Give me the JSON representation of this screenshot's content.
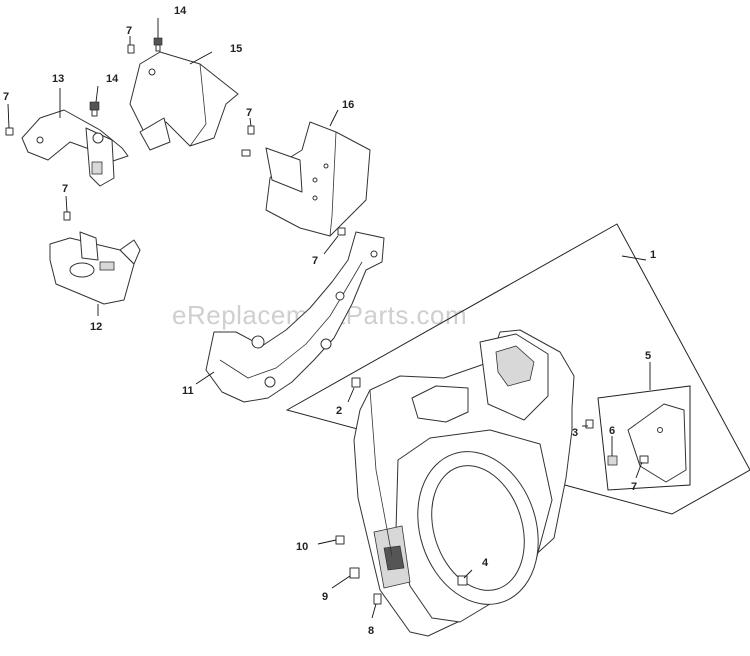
{
  "watermark": "eReplacementParts.com",
  "callouts": {
    "c1": "1",
    "c2": "2",
    "c3": "3",
    "c4": "4",
    "c5": "5",
    "c6": "6",
    "c7a": "7",
    "c7b": "7",
    "c7c": "7",
    "c7d": "7",
    "c7e": "7",
    "c7f": "7",
    "c8": "8",
    "c9": "9",
    "c10": "10",
    "c11": "11",
    "c12": "12",
    "c13": "13",
    "c14a": "14",
    "c14b": "14",
    "c15": "15",
    "c16": "16"
  }
}
